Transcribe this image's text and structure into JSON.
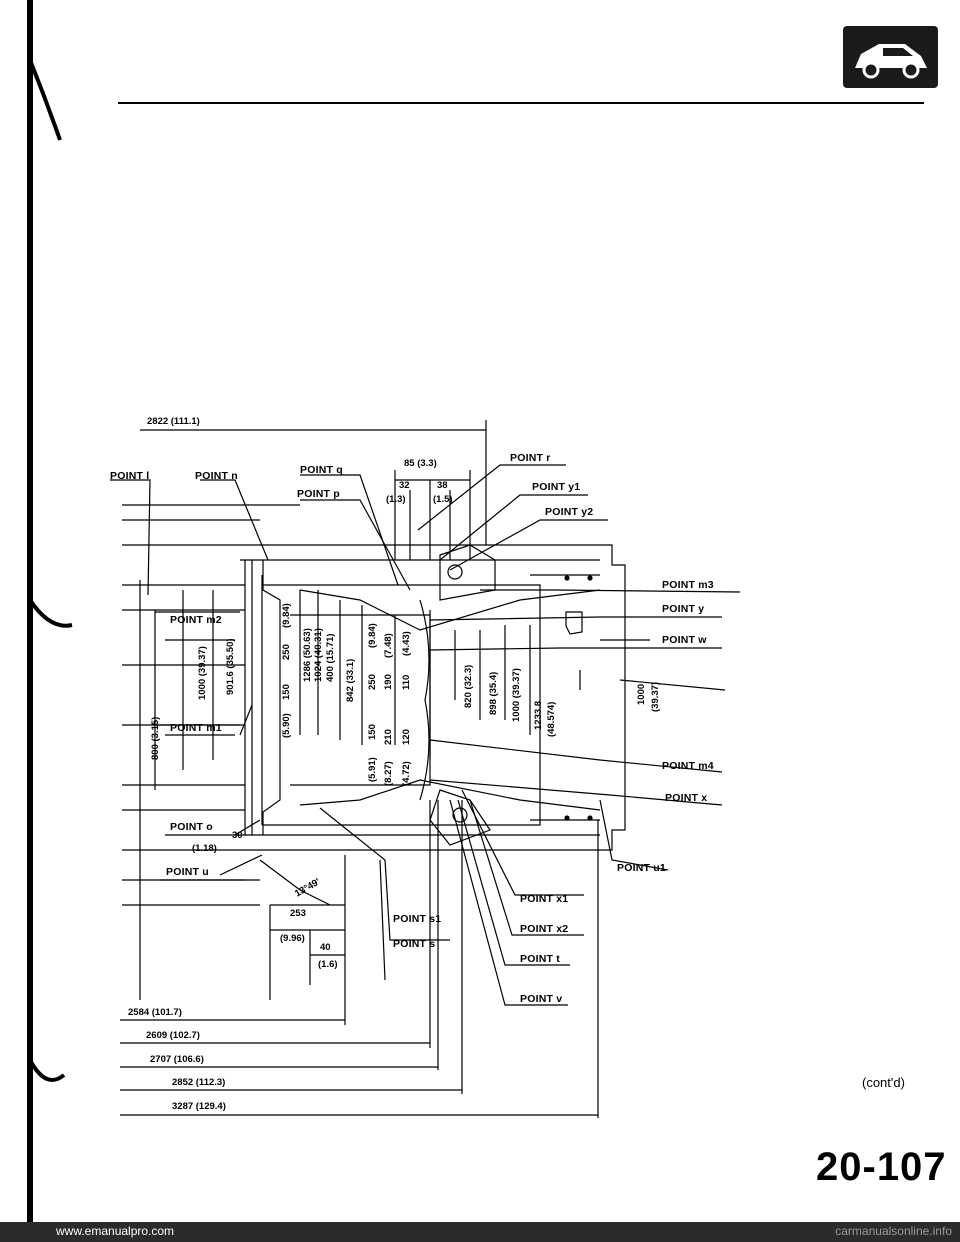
{
  "header": {
    "section_icon": "car-body-icon"
  },
  "diagram": {
    "top_dimension": "2822 (111.1)",
    "labels": {
      "point_l": "POINT l",
      "point_n": "POINT n",
      "point_q": "POINT q",
      "point_p": "POINT p",
      "point_r": "POINT r",
      "point_y1": "POINT y1",
      "point_y2": "POINT y2",
      "point_m3": "POINT m3",
      "point_y": "POINT y",
      "point_w": "POINT w",
      "point_m2": "POINT m2",
      "point_m1": "POINT m1",
      "point_m4": "POINT m4",
      "point_x": "POINT x",
      "point_o": "POINT o",
      "point_u": "POINT u",
      "point_u1": "POINT u1",
      "point_x1": "POINT x1",
      "point_x2": "POINT x2",
      "point_t": "POINT t",
      "point_s1": "POINT s1",
      "point_s": "POINT s",
      "point_v": "POINT v"
    },
    "top_dims": {
      "d85": "85 (3.3)",
      "d32": "32",
      "d13": "(1.3)",
      "d38": "38",
      "d15": "(1.5)"
    },
    "small_dims": {
      "d30": "30",
      "d118": "(1.18)",
      "angle": "13°49'",
      "d253": "253",
      "d996": "(9.96)",
      "d40": "40",
      "d16": "(1.6)"
    },
    "vertical_dims": {
      "v800": "800 (3.15)",
      "v1000a": "1000 (39.37)",
      "v901": "901.6 (35.50)",
      "v250a": "250",
      "v984a": "(9.84)",
      "v150a": "150",
      "v590a": "(5.90)",
      "v1286": "1286 (50.63)",
      "v1024": "1024 (40.31)",
      "v400": "400 (15.71)",
      "v842": "842 (33.1)",
      "v984b": "(9.84)",
      "v250b": "250",
      "v748": "(7.48)",
      "v190": "190",
      "v443": "(4.43)",
      "v110": "110",
      "v150b": "150",
      "v591": "(5.91)",
      "v210": "210",
      "v827": "(8.27)",
      "v120": "120",
      "v472": "(4.72)",
      "v820": "820 (32.3)",
      "v898": "898 (35.4)",
      "v1000b": "1000 (39.37)",
      "v1233": "1233.8",
      "v48574": "(48.574)",
      "v1000c": "1000",
      "v3937c": "(39.37)"
    },
    "bottom_dims": [
      "2584 (101.7)",
      "2609 (102.7)",
      "2707 (106.6)",
      "2852 (112.3)",
      "3287 (129.4)"
    ]
  },
  "footer": {
    "continued": "(cont'd)",
    "page_number": "20-107",
    "url_left": "www.emanualpro.com",
    "url_right": "carmanualsonline.info"
  }
}
